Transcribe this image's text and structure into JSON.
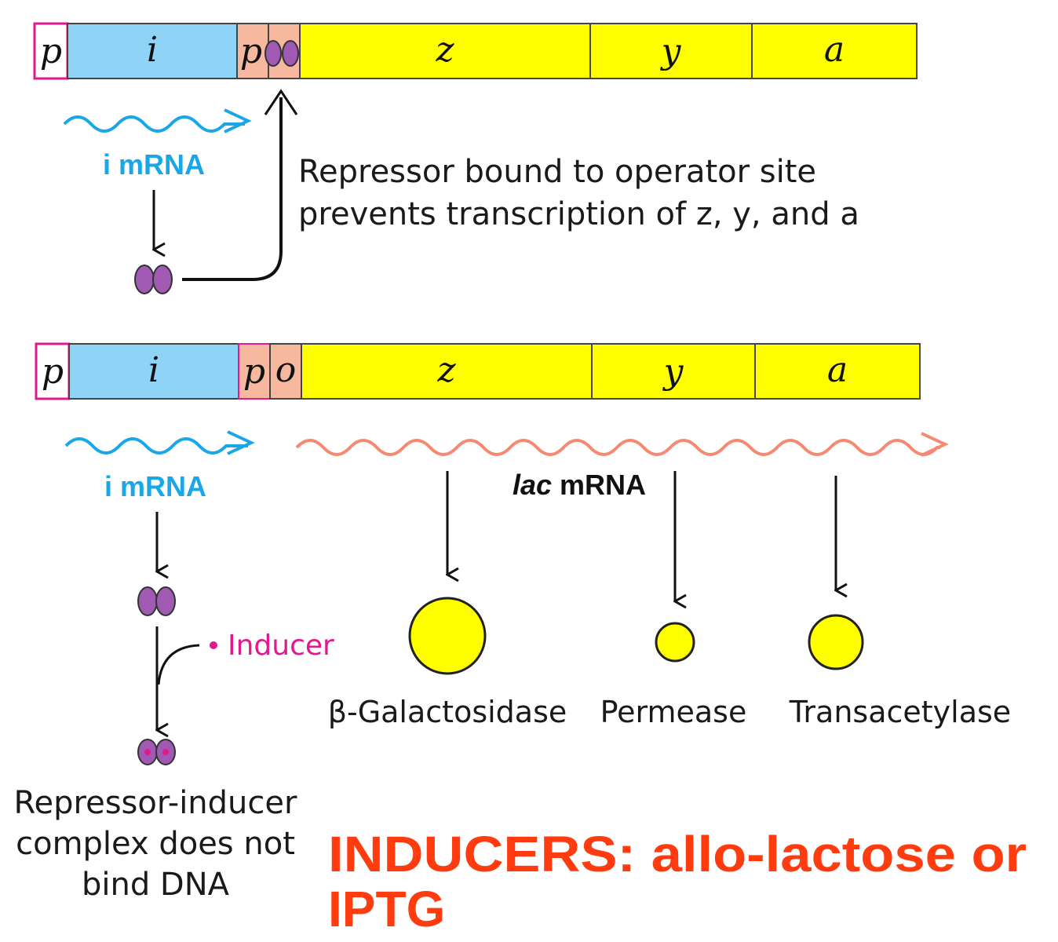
{
  "colors": {
    "promoter_fill": "#ffffff",
    "promoter_stroke": "#e0198c",
    "i_gene": "#8fd3f7",
    "operator_region": "#f7b8a0",
    "structural": "#ffff00",
    "repressor": "#a05ab4",
    "i_mrna": "#1aa7e8",
    "lac_mrna": "#f58a73",
    "inducer": "#e0198c",
    "highlight_text": "#ff3b10"
  },
  "repressed_operon": {
    "segments": {
      "p": "p",
      "i": "i",
      "p2": "p",
      "z": "z",
      "y": "y",
      "a": "a"
    },
    "i_mrna_label": "i mRNA",
    "note_lines": [
      "Repressor bound to operator site",
      "prevents transcription of z, y, and a"
    ]
  },
  "induced_operon": {
    "segments": {
      "p": "p",
      "i": "i",
      "p2": "p",
      "o": "o",
      "z": "z",
      "y": "y",
      "a": "a"
    },
    "i_mrna_label": "i mRNA",
    "lac_mrna_label_italic": "lac",
    "lac_mrna_label_rest": " mRNA",
    "inducer_label": "Inducer",
    "complex_note_lines": [
      "Repressor-inducer",
      "complex does not",
      "bind DNA"
    ],
    "products": [
      {
        "name": "β-Galactosidase",
        "size": "large"
      },
      {
        "name": "Permease",
        "size": "small"
      },
      {
        "name": "Transacetylase",
        "size": "medium"
      }
    ]
  },
  "inducers_note_lines": [
    "INDUCERS: allo-lactose or",
    "IPTG"
  ]
}
